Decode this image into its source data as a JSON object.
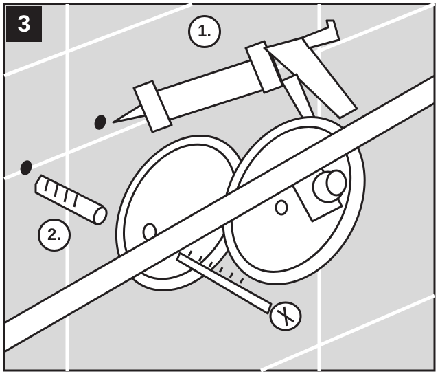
{
  "step_number": "3",
  "callouts": [
    "1.",
    "2."
  ],
  "colors": {
    "wall": "#d9d9d9",
    "tile_joint": "#ffffff",
    "ink": "#231f20",
    "part_fill": "#ffffff",
    "step_box": "#231f20"
  },
  "parts": [
    "caulking-gun",
    "wall-plug",
    "screw",
    "toilet-roll-holder-base",
    "toilet-roll-holder-cap",
    "holder-bar",
    "drill-hole"
  ]
}
